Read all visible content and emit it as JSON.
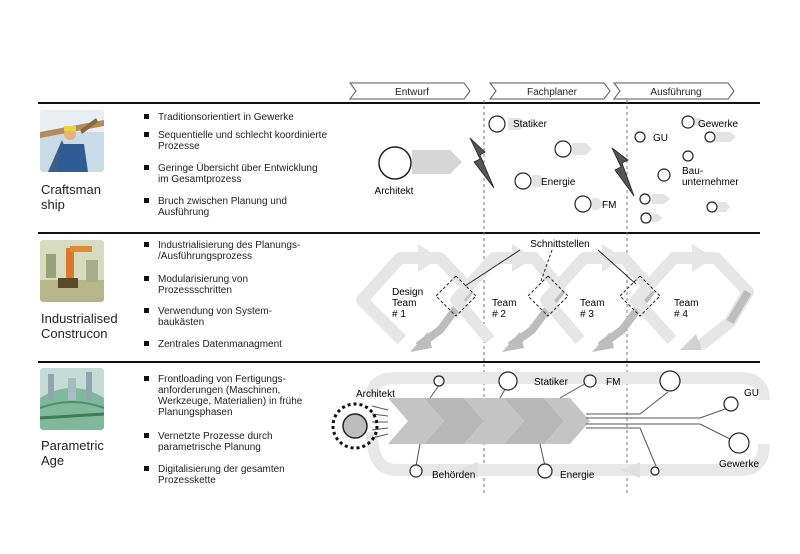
{
  "phases": [
    "Entwurf",
    "Fachplaner",
    "Ausführung"
  ],
  "rows": [
    {
      "title": "Craftsman\nship",
      "bullets": [
        "Traditionsorientiert in Gewerke",
        "Sequentielle und schlecht koordinierte\nProzesse",
        "Geringe Übersicht über Entwicklung\nim Gesamtprozess",
        "Bruch zwischen Planung und\nAusführung"
      ],
      "labels": {
        "architekt": "Architekt",
        "statiker": "Statiker",
        "energie": "Energie",
        "fm": "FM",
        "gu": "GU",
        "gewerke": "Gewerke",
        "bau1": "Bau-",
        "bau2": "unternehmer"
      }
    },
    {
      "title": "Industrialised\nConstrucon",
      "bullets": [
        "Industrialisierung des Planungs-\n/Ausführungsprozess",
        "Modularisierung von\nProzessschritten",
        "Verwendung von System-\nbaukästen",
        "Zentrales Datenmanagment"
      ],
      "labels": {
        "schnittstellen": "Schnittstellen",
        "team1a": "Design",
        "team1b": "Team",
        "team1c": "# 1",
        "team2a": "Team",
        "team2b": "# 2",
        "team3a": "Team",
        "team3b": "# 3",
        "team4a": "Team",
        "team4b": "# 4"
      }
    },
    {
      "title": "Parametric\nAge",
      "bullets": [
        "Frontloading von Fertigungs-\nanforderungen (Maschinen,\nWerkzeuge, Materialien) in frühe\nPlanungsphasen",
        "Vernetzte Prozesse durch\nparametrische Planung",
        "Digitalisierung der gesamten\nProzesskette"
      ],
      "labels": {
        "architekt": "Architekt",
        "statiker": "Statiker",
        "fm": "FM",
        "gu": "GU",
        "gewerke": "Gewerke",
        "behoerden": "Behörden",
        "energie": "Energie"
      }
    }
  ],
  "colors": {
    "accent_gray": "#c8c8c8",
    "light_gray": "#e4e4e4",
    "line": "#111111"
  }
}
